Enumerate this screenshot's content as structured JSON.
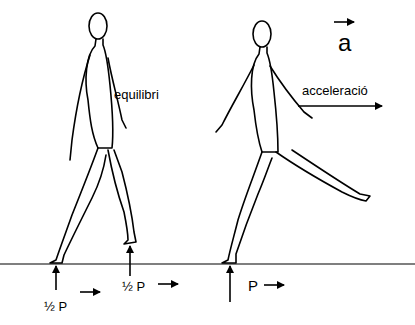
{
  "diagram": {
    "labels": [
      "a",
      "equilibri",
      "acceleració",
      "½ P",
      "½ P",
      "P"
    ]
  }
}
